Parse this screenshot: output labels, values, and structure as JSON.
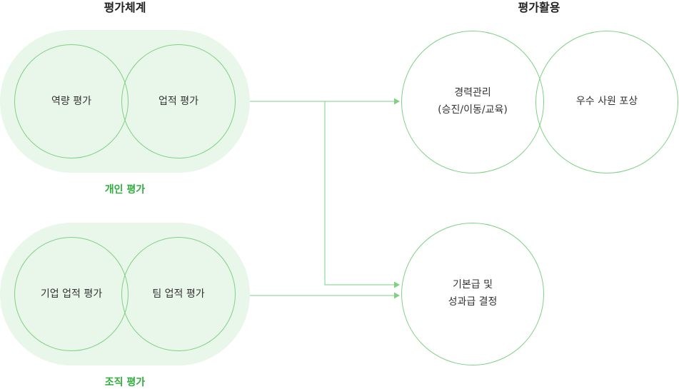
{
  "headings": {
    "left": "평가체계",
    "right": "평가활용"
  },
  "groups": {
    "individual": {
      "caption": "개인 평가",
      "left_circle": "역량 평가",
      "right_circle": "업적 평가"
    },
    "organization": {
      "caption": "조직 평가",
      "left_circle": "기업 업적 평가",
      "right_circle": "팀 업적 평가"
    }
  },
  "uses": {
    "career": {
      "line1": "경력관리",
      "line2": "(승진/이동/교육)"
    },
    "reward": "우수 사원 포상",
    "salary": {
      "line1": "기본급 및",
      "line2": "성과급 결정"
    }
  },
  "colors": {
    "circle_stroke": "#7ed182",
    "group_fill": "#e9f6ea",
    "caption_text": "#2fae3c",
    "connector": "#7ed182"
  }
}
